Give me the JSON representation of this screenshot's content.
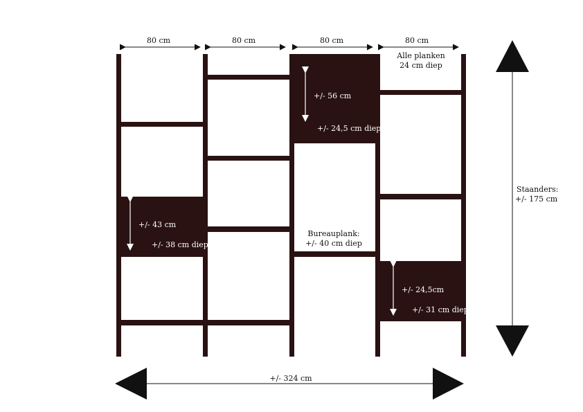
{
  "colors": {
    "wood": "#2a1212",
    "ink": "#111111",
    "inverse": "#ffffff",
    "background": "#ffffff"
  },
  "widths": [
    "80 cm",
    "80 cm",
    "80 cm",
    "80 cm"
  ],
  "depth_note": {
    "line1": "Alle planken",
    "line2": "24 cm diep"
  },
  "total_height": {
    "line1": "Staanders:",
    "line2": "+/- 175 cm"
  },
  "total_width": "+/- 324  cm",
  "desk": {
    "line1": "Bureauplank:",
    "line2": "+/- 40 cm diep"
  },
  "compartments": {
    "left": {
      "height": "+/- 43 cm",
      "depth": "+/- 38 cm diep"
    },
    "top_middle": {
      "height": "+/- 56 cm",
      "depth": "+/- 24,5 cm diep"
    },
    "right": {
      "height": "+/- 24,5cm",
      "depth": "+/- 31 cm diep"
    }
  }
}
